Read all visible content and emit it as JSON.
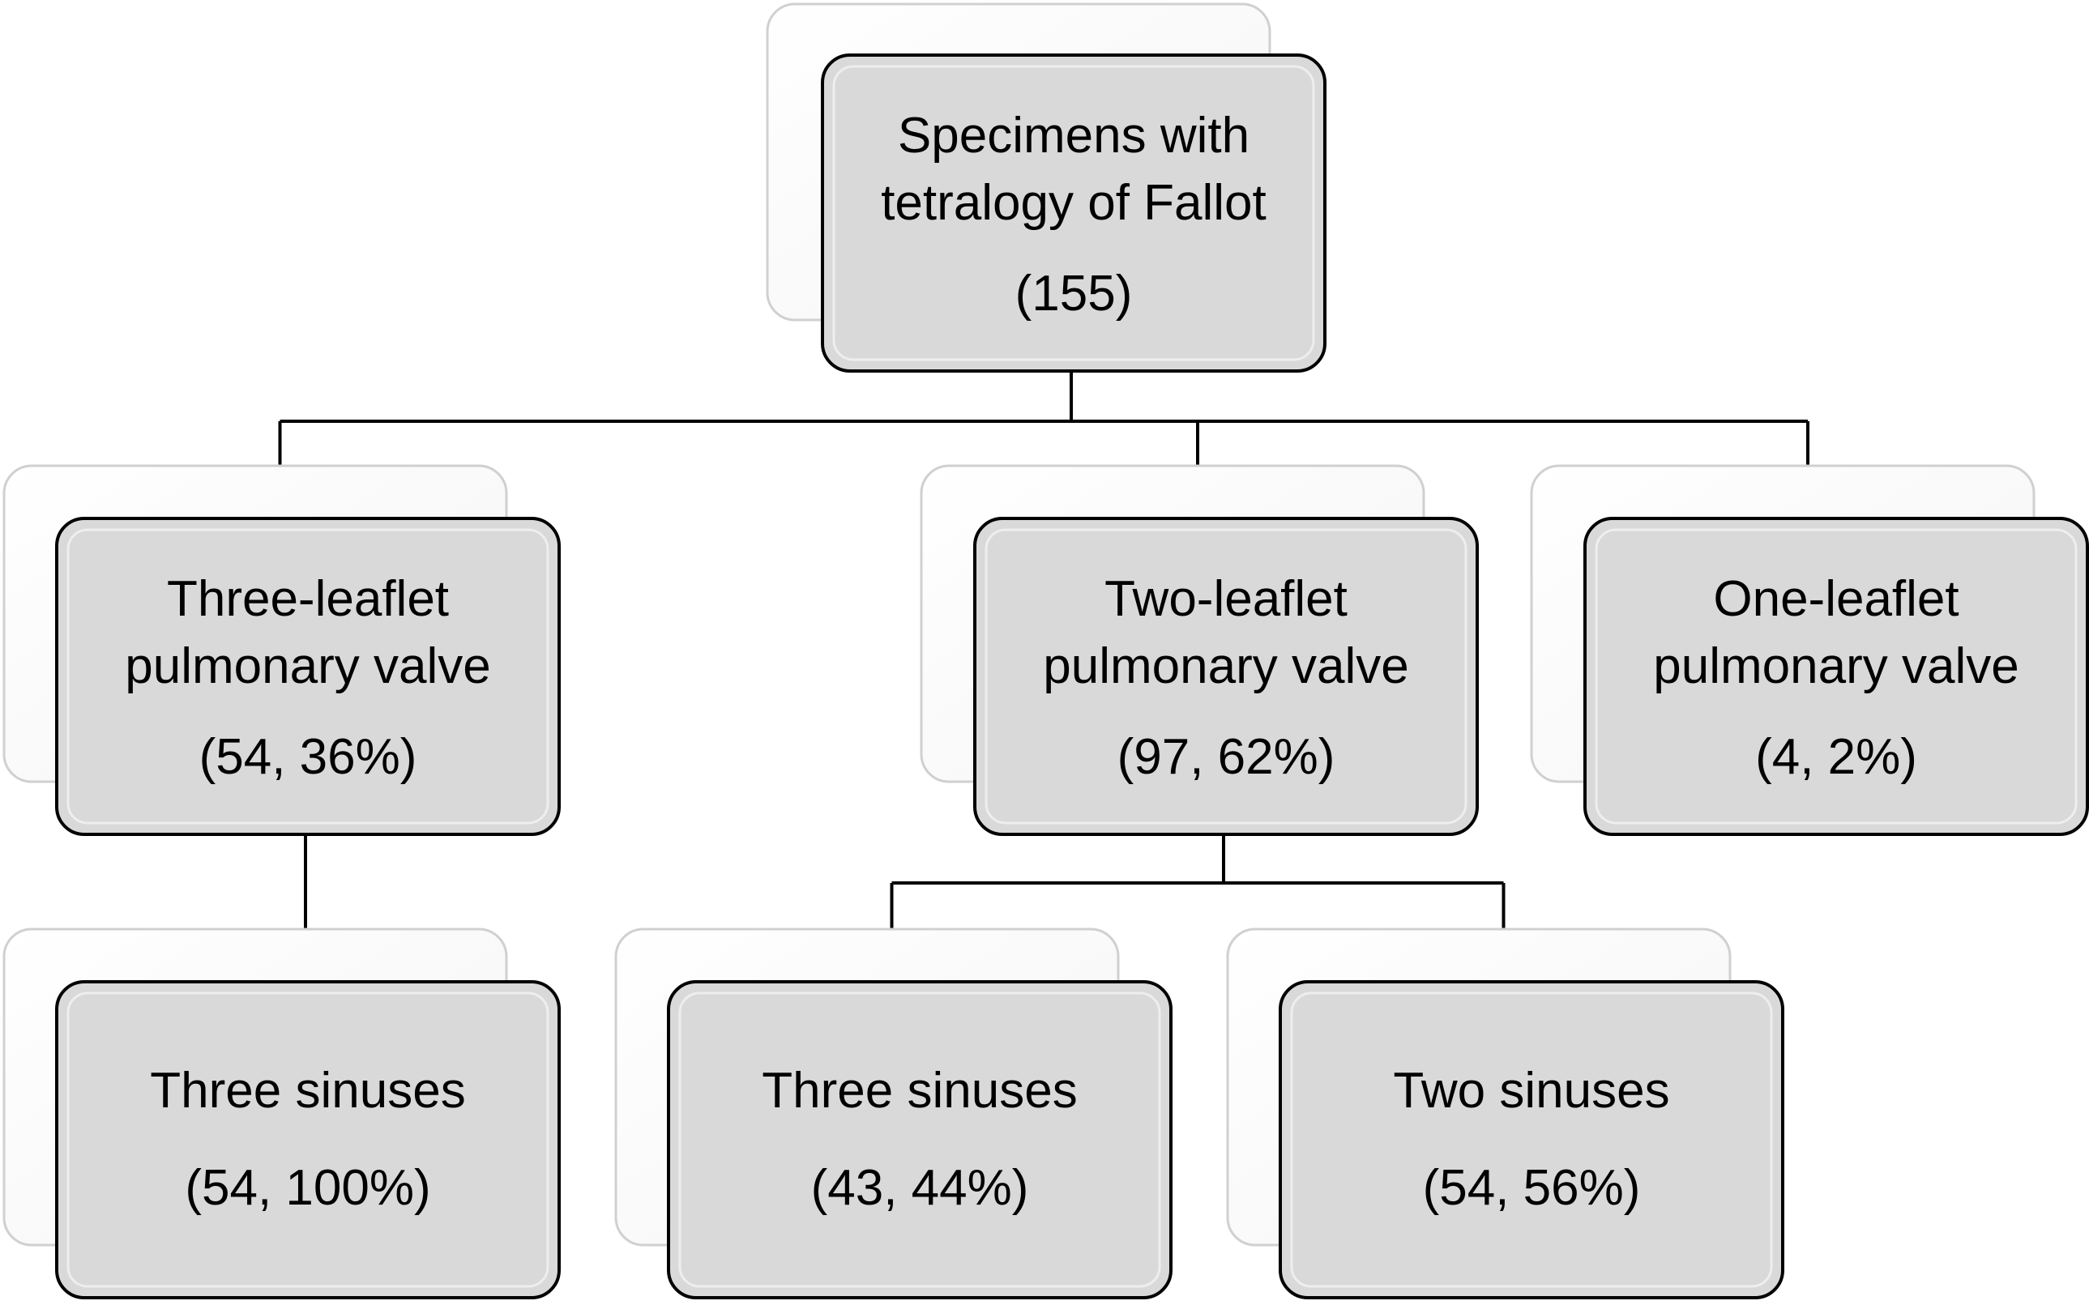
{
  "diagram": {
    "type": "tree",
    "colors": {
      "box_fill": "#d9d9d9",
      "box_stroke": "#000000",
      "shadow_stroke": "#d0d0d0",
      "connector": "#000000"
    },
    "nodes": [
      {
        "id": "root",
        "lines": [
          "Specimens with",
          "tetralogy of Fallot",
          "(155)"
        ]
      },
      {
        "id": "three-leaflet",
        "parent": "root",
        "lines": [
          "Three-leaflet",
          "pulmonary valve",
          "(54, 36%)"
        ]
      },
      {
        "id": "two-leaflet",
        "parent": "root",
        "lines": [
          "Two-leaflet",
          "pulmonary valve",
          "(97, 62%)"
        ]
      },
      {
        "id": "one-leaflet",
        "parent": "root",
        "lines": [
          "One-leaflet",
          "pulmonary valve",
          "(4, 2%)"
        ]
      },
      {
        "id": "three-leaflet-three-sinuses",
        "parent": "three-leaflet",
        "lines": [
          "Three sinuses",
          "(54, 100%)"
        ]
      },
      {
        "id": "two-leaflet-three-sinuses",
        "parent": "two-leaflet",
        "lines": [
          "Three sinuses",
          "(43, 44%)"
        ]
      },
      {
        "id": "two-leaflet-two-sinuses",
        "parent": "two-leaflet",
        "lines": [
          "Two sinuses",
          "(54, 56%)"
        ]
      }
    ]
  }
}
